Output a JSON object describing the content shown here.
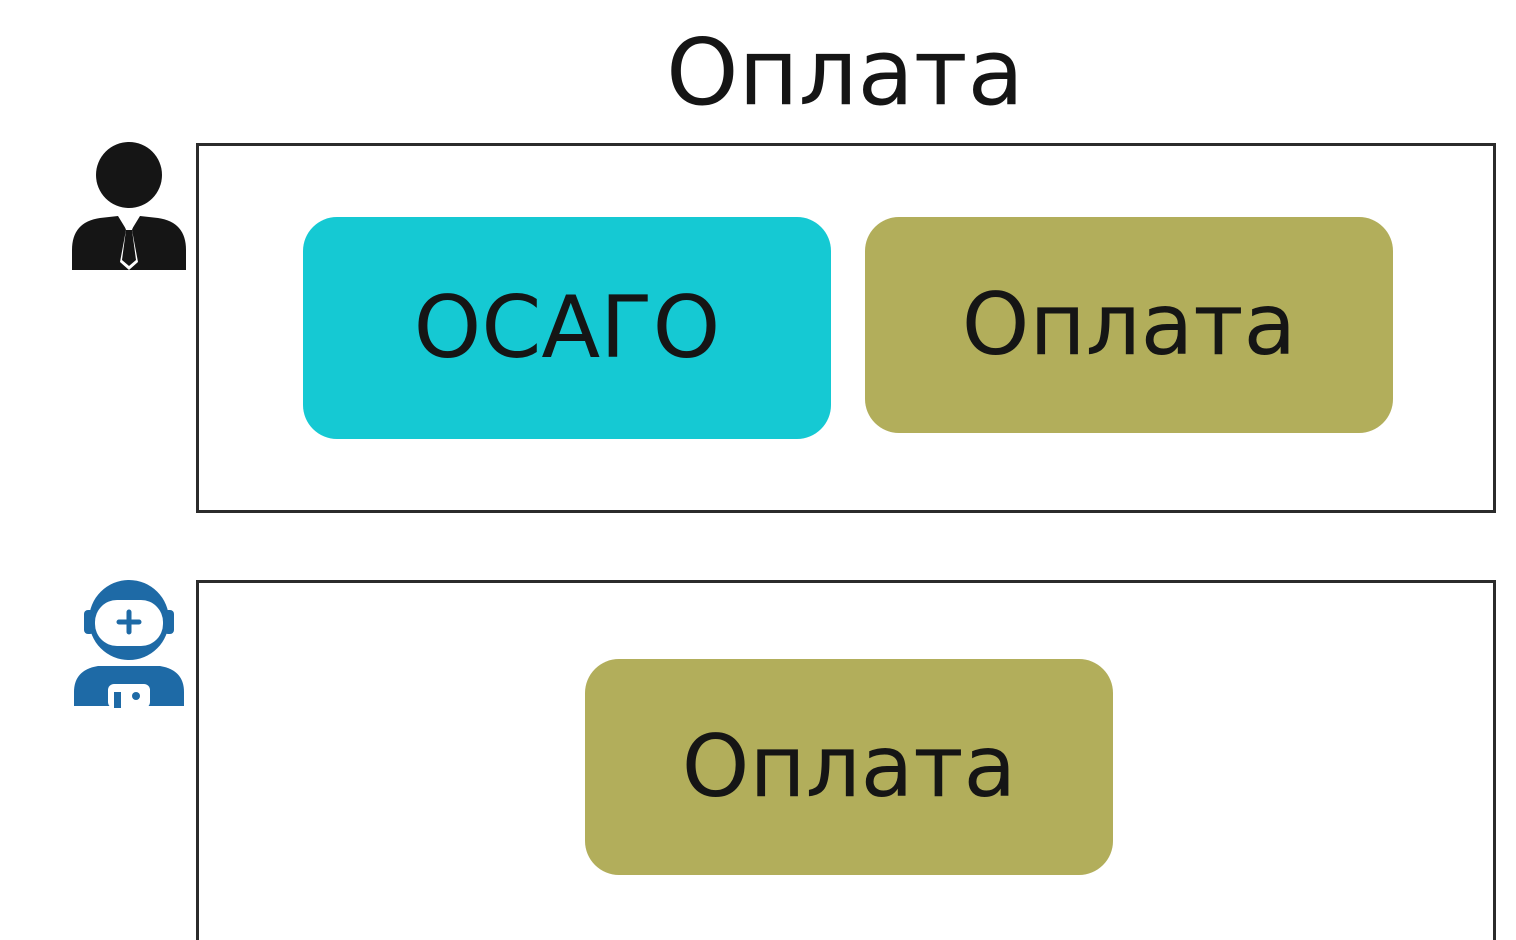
{
  "title": "Оплата",
  "colors": {
    "osago": "#15c9d3",
    "payment": "#b2ae5b",
    "person_icon": "#151515",
    "robot_icon": "#1e6aa6"
  },
  "rows": [
    {
      "actor_icon": "person-businessman-icon",
      "chips": [
        {
          "label": "ОСАГО",
          "color_key": "osago"
        },
        {
          "label": "Оплата",
          "color_key": "payment"
        }
      ]
    },
    {
      "actor_icon": "robot-assistant-icon",
      "chips": [
        {
          "label": "Оплата",
          "color_key": "payment"
        }
      ]
    }
  ]
}
